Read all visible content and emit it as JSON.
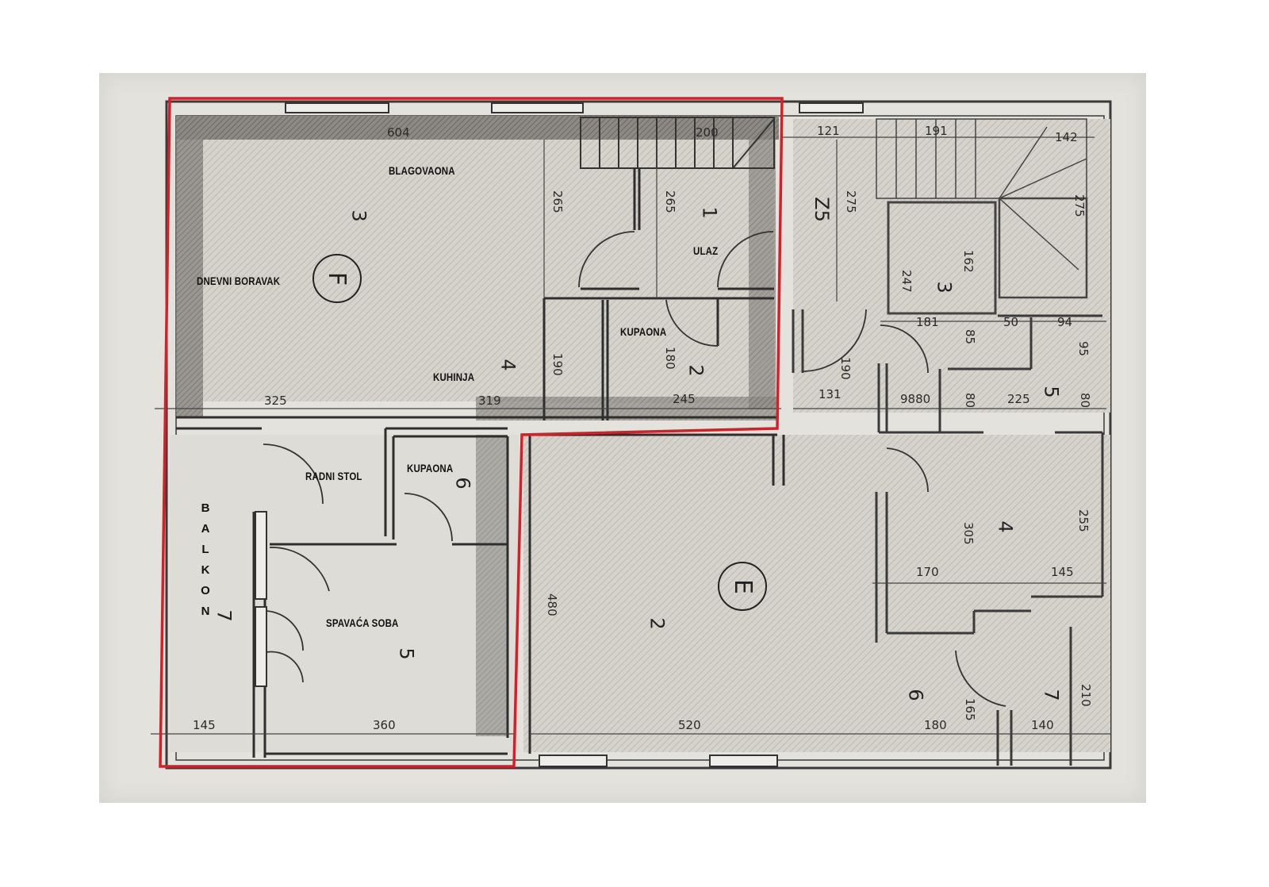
{
  "plan": {
    "highlight_color": "#d62027",
    "wall_color": "#3a3a3a",
    "paper_color": "#e4e2dd",
    "apartments": [
      {
        "id": "F",
        "label": "F"
      },
      {
        "id": "E",
        "label": "E"
      }
    ],
    "rooms": {
      "blagovaona": "BLAGOVAONA",
      "dnevni_boravak": "DNEVNI BORAVAK",
      "kuhinja": "KUHINJA",
      "ulaz": "ULAZ",
      "kupaona_top": "KUPAONA",
      "radni_stol": "RADNI STOL",
      "kupaona_mid": "KUPAONA",
      "spavaca_soba": "SPAVAĆA SOBA",
      "balkon": [
        "B",
        "A",
        "L",
        "K",
        "O",
        "N"
      ]
    },
    "room_numbers": {
      "f_1": "1",
      "f_2": "2",
      "f_3": "3",
      "f_4": "4",
      "f_5": "5",
      "f_6": "6",
      "f_7": "7",
      "e_2": "2",
      "e_3": "3",
      "e_4": "4",
      "e_5": "5",
      "e_6": "6",
      "e_7": "7",
      "z5": "Z5"
    },
    "dimensions": {
      "top_604": "604",
      "top_200": "200",
      "top_121": "121",
      "top_191": "191",
      "top_142": "142",
      "v_265_a": "265",
      "v_265_b": "265",
      "v_275_a": "275",
      "v_275_b": "275",
      "v_162": "162",
      "v_247": "247",
      "h_181": "181",
      "h_50": "50",
      "h_94": "94",
      "v_85": "85",
      "v_95": "95",
      "v_190_a": "190",
      "v_180": "180",
      "v_190_b": "190",
      "h_131": "131",
      "h_325": "325",
      "h_319": "319",
      "h_245": "245",
      "h_9880": "9880",
      "v_80_a": "80",
      "h_225": "225",
      "v_80_b": "80",
      "v_480": "480",
      "v_305": "305",
      "v_255": "255",
      "h_170": "170",
      "h_145_r": "145",
      "h_145_l": "145",
      "h_360": "360",
      "h_520": "520",
      "h_180": "180",
      "v_165": "165",
      "h_140": "140",
      "v_210": "210"
    }
  }
}
